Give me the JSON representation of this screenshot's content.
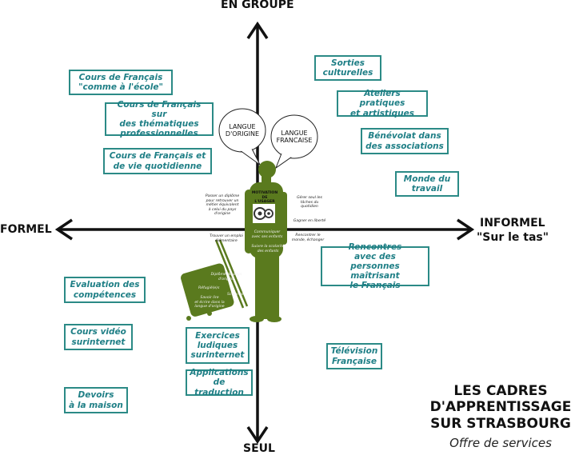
{
  "axes": {
    "top": "EN GROUPE",
    "bottom": "SEUL",
    "left": "FORMEL",
    "right": "INFORMEL",
    "right_sub": "\"Sur le tas\""
  },
  "boxes": {
    "cours_ecole": "Cours de Français\n\"comme à l'école\"",
    "cours_thematiques": "Cours de Français sur\ndes thématiques\nprofessionnelles",
    "cours_vie": "Cours de Français et\nde vie quotidienne",
    "evaluation": "Evaluation des\ncompétences",
    "cours_video": "Cours vidéo\nsurinternet",
    "devoirs": "Devoirs\nà la maison",
    "sorties": "Sorties\nculturelles",
    "ateliers": "Ateliers pratiques\net artistiques",
    "benevolat": "Bénévolat dans\ndes associations",
    "monde_travail": "Monde du\ntravail",
    "rencontres": "Rencontres\navec des\npersonnes maîtrisant\nle Français",
    "television": "Télévision\nFrançaise",
    "exercices": "Exercices\nludiques\nsurinternet",
    "applications": "Applications\nde traduction"
  },
  "bubbles": {
    "origine": "LANGUE\nD'ORIGINE",
    "francaise": "LANGUE\nFRANCAISE"
  },
  "figure": {
    "motivation": "MOTIVATION DE\nL'USAGER",
    "left1": "Passer un diplôme\npour retrouver un\nmétier équivalent\nà celui du pays\nd'origine",
    "left2": "Trouver un emploi\nélémentaire",
    "right1": "Gérer seul les\ntâches du\nquotidien",
    "right2": "Gagner en liberté",
    "right3": "Rencontrer le\nmonde, échanger",
    "body1": "Communiquer\navec ses enfants",
    "body2": "Suivre la scolarité\ndes enfants",
    "suitcase1": "Diplômé du pays\nd'origine",
    "suitcase2": "Réfugié(e)s",
    "suitcase3": "Scolarisé",
    "suitcase4": "Savoir lire\net écrire dans la\nlangue d'origine"
  },
  "title": "LES CADRES\nD'APPRENTISSAGE\nSUR STRASBOURG",
  "subtitle": "Offre de services",
  "colors": {
    "box_border": "#2b8a86",
    "box_text": "#1f7f86",
    "figure": "#5a7a1e",
    "axis": "#111111"
  }
}
